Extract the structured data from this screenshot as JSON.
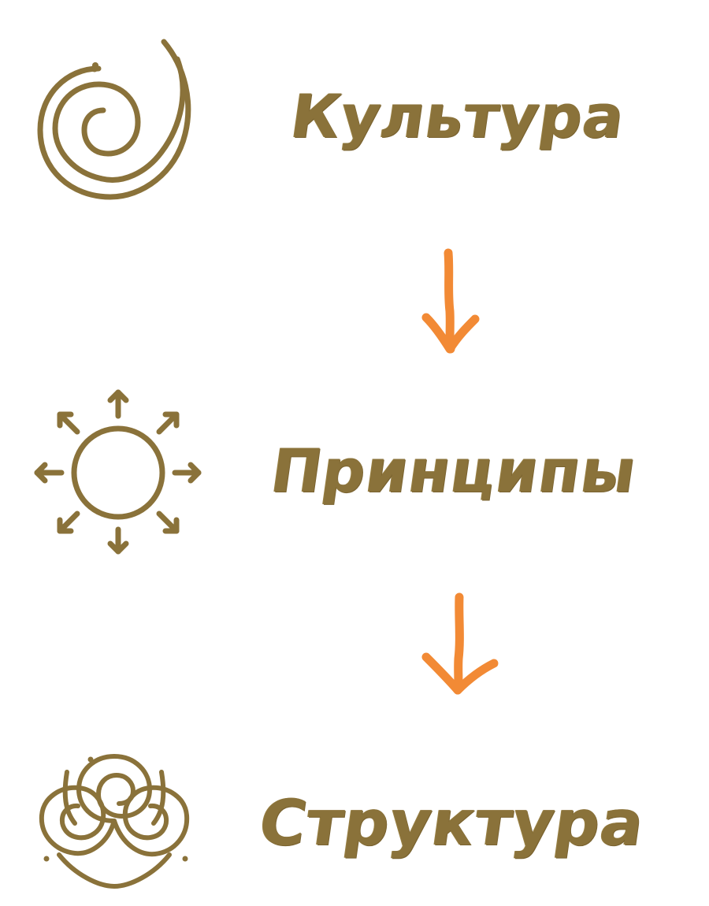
{
  "steps": [
    {
      "label": "Культура",
      "icon": "spiral-icon"
    },
    {
      "label": "Принципы",
      "icon": "sun-icon"
    },
    {
      "label": "Структура",
      "icon": "triskelion-icon"
    }
  ],
  "colors": {
    "brand": "#8a723a",
    "arrow": "#f28a35",
    "background": "#ffffff"
  },
  "arrows": [
    "down-arrow-icon",
    "down-arrow-icon"
  ]
}
